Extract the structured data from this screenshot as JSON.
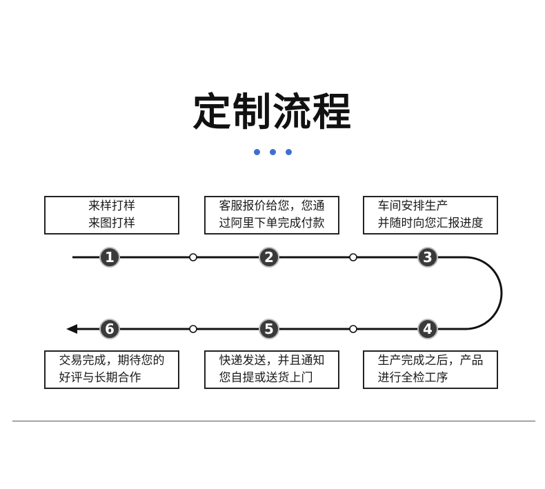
{
  "title": "定制流程",
  "accent_color": "#3f6fd1",
  "steps": [
    {
      "number": "1",
      "line1": "来样打样",
      "line2": "来图打样"
    },
    {
      "number": "2",
      "line1": "客服报价给您，您通",
      "line2": "过阿里下单完成付款"
    },
    {
      "number": "3",
      "line1": "车间安排生产",
      "line2": "并随时向您汇报进度"
    },
    {
      "number": "4",
      "line1": "生产完成之后，产品",
      "line2": "进行全检工序"
    },
    {
      "number": "5",
      "line1": "快递发送，并且通知",
      "line2": "您自提或送货上门"
    },
    {
      "number": "6",
      "line1": "交易完成，期待您的",
      "line2": "好评与长期合作"
    }
  ]
}
